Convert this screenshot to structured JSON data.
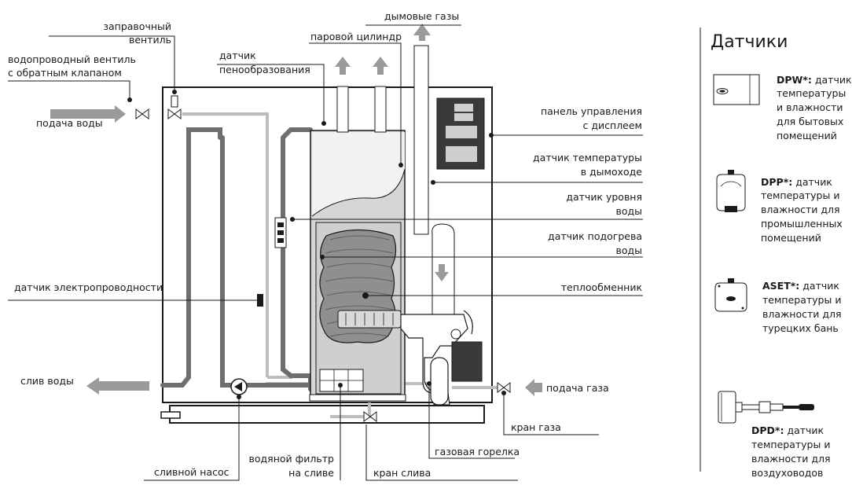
{
  "labels": {
    "fill_valve": [
      "заправочный",
      "вентиль"
    ],
    "water_valve_check": [
      "водопроводный вентиль",
      "с обратным клапаном"
    ],
    "water_supply": "подача воды",
    "foam_sensor": [
      "датчик",
      "пенообразования"
    ],
    "steam_cylinder": "паровой цилиндр",
    "flue_gases": "дымовые газы",
    "control_panel": [
      "панель управления",
      "с дисплеем"
    ],
    "flue_temp_sensor": [
      "датчик температуры",
      "в дымоходе"
    ],
    "water_level_sensor": [
      "датчик уровня",
      "воды"
    ],
    "water_preheat_sensor": [
      "датчик подогрева",
      "воды"
    ],
    "heat_exchanger": "теплообменник",
    "conductivity_sensor": "датчик электропроводности",
    "water_drain": "слив воды",
    "gas_supply": "подача газа",
    "gas_valve": "кран газа",
    "gas_burner": "газовая горелка",
    "drain_pump": "сливной насос",
    "drain_filter": [
      "водяной фильтр",
      "на сливе"
    ],
    "drain_valve": "кран слива"
  },
  "sensors_panel": {
    "title": "Датчики",
    "items": [
      {
        "code": "DPW*:",
        "lines": [
          "датчик",
          "температуры",
          "и влажности",
          "для бытовых",
          "помещений"
        ],
        "icon": "wall-sensor-icon"
      },
      {
        "code": "DPP*:",
        "lines": [
          "датчик",
          "температуры и",
          "влажности для",
          "промышленных",
          "помещений"
        ],
        "icon": "industrial-sensor-icon"
      },
      {
        "code": "ASET*:",
        "lines": [
          "датчик",
          "температуры и",
          "влажности для",
          "турецких бань"
        ],
        "icon": "bath-sensor-icon"
      },
      {
        "code": "DPD*:",
        "lines": [
          "датчик",
          "температуры и",
          "влажности для",
          "воздуховодов"
        ],
        "icon": "duct-sensor-icon"
      }
    ]
  },
  "colors": {
    "pipe_dark": "#6e6e6e",
    "pipe_light": "#bdbdbd",
    "cylinder_fill": "#d6d6d6",
    "arrow_gray": "#9a9a9a",
    "text": "#1a1a1a"
  }
}
